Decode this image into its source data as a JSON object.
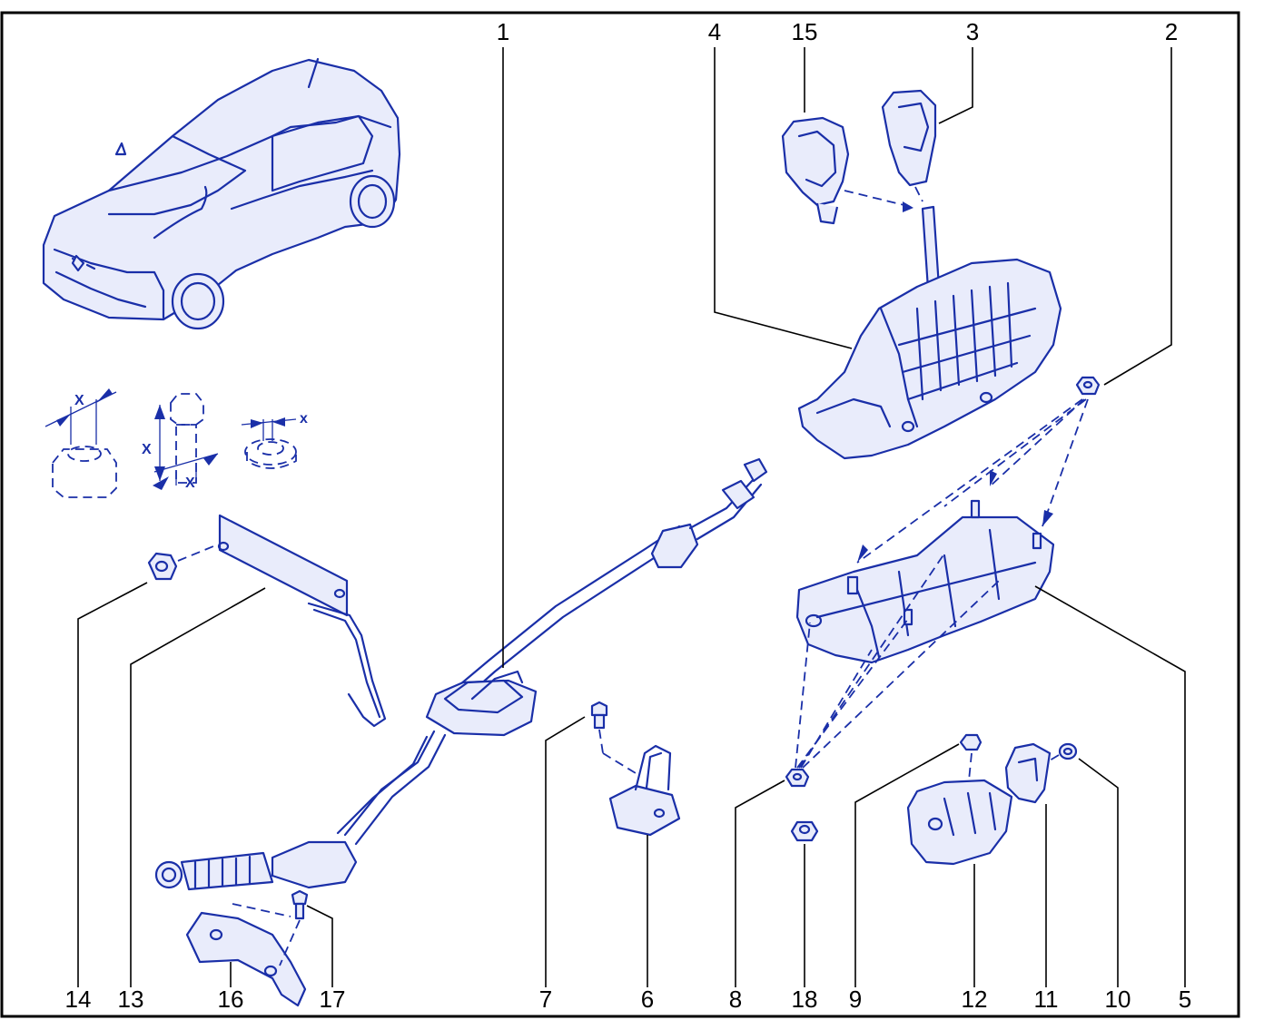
{
  "diagram": {
    "callouts": [
      {
        "id": "c1",
        "text": "1"
      },
      {
        "id": "c4",
        "text": "4"
      },
      {
        "id": "c15",
        "text": "15"
      },
      {
        "id": "c3",
        "text": "3"
      },
      {
        "id": "c2",
        "text": "2"
      },
      {
        "id": "c14",
        "text": "14"
      },
      {
        "id": "c13",
        "text": "13"
      },
      {
        "id": "c16",
        "text": "16"
      },
      {
        "id": "c17",
        "text": "17"
      },
      {
        "id": "c7",
        "text": "7"
      },
      {
        "id": "c6",
        "text": "6"
      },
      {
        "id": "c8",
        "text": "8"
      },
      {
        "id": "c18",
        "text": "18"
      },
      {
        "id": "c9",
        "text": "9"
      },
      {
        "id": "c12",
        "text": "12"
      },
      {
        "id": "c11",
        "text": "11"
      },
      {
        "id": "c10",
        "text": "10"
      },
      {
        "id": "c5",
        "text": "5"
      }
    ],
    "dimension_labels": {
      "nut_x": "X",
      "bolt_x_vertical": "X",
      "bolt_x_horizontal": "X",
      "clip_x": "x"
    },
    "colors": {
      "ink": "#1a2fa8",
      "fill": "#e9ecfb",
      "leader": "#000000",
      "frame": "#000000"
    }
  }
}
